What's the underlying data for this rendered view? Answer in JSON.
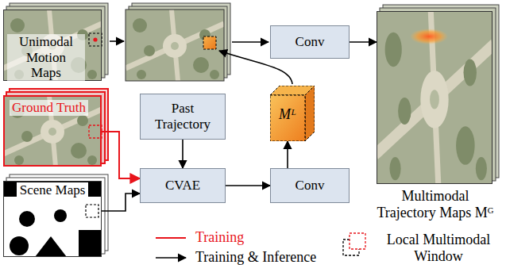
{
  "diagram": {
    "nodes": [
      {
        "text": [
          "Unimodal Motion Maps"
        ]
      },
      {
        "text": [
          "Conv"
        ]
      },
      {
        "text": [
          "Multimodal Trajectory Maps Mᴳ"
        ]
      },
      {
        "text": [
          "Ground Truth"
        ]
      },
      {
        "text": [
          "Past Trajectory"
        ]
      },
      {
        "text": [
          "Mᴸ"
        ]
      },
      {
        "text": [
          "CVAE"
        ]
      },
      {
        "text": [
          "Conv"
        ]
      },
      {
        "text": [
          "Scene Maps"
        ]
      }
    ],
    "edges": [
      {
        "from": 1,
        "to": 2,
        "arrow": "to"
      },
      {
        "from": 3,
        "to": 6,
        "arrow": "to"
      },
      {
        "from": 8,
        "to": 6,
        "arrow": "to"
      },
      {
        "from": 4,
        "to": 6,
        "arrow": "to"
      },
      {
        "from": 6,
        "to": 7,
        "arrow": "to"
      },
      {
        "from": 7,
        "to": 5,
        "arrow": "to"
      }
    ],
    "legend": [
      {
        "text": "Training"
      },
      {
        "text": "Training & Inference"
      },
      {
        "text": "Local Multimodal Window"
      }
    ]
  }
}
